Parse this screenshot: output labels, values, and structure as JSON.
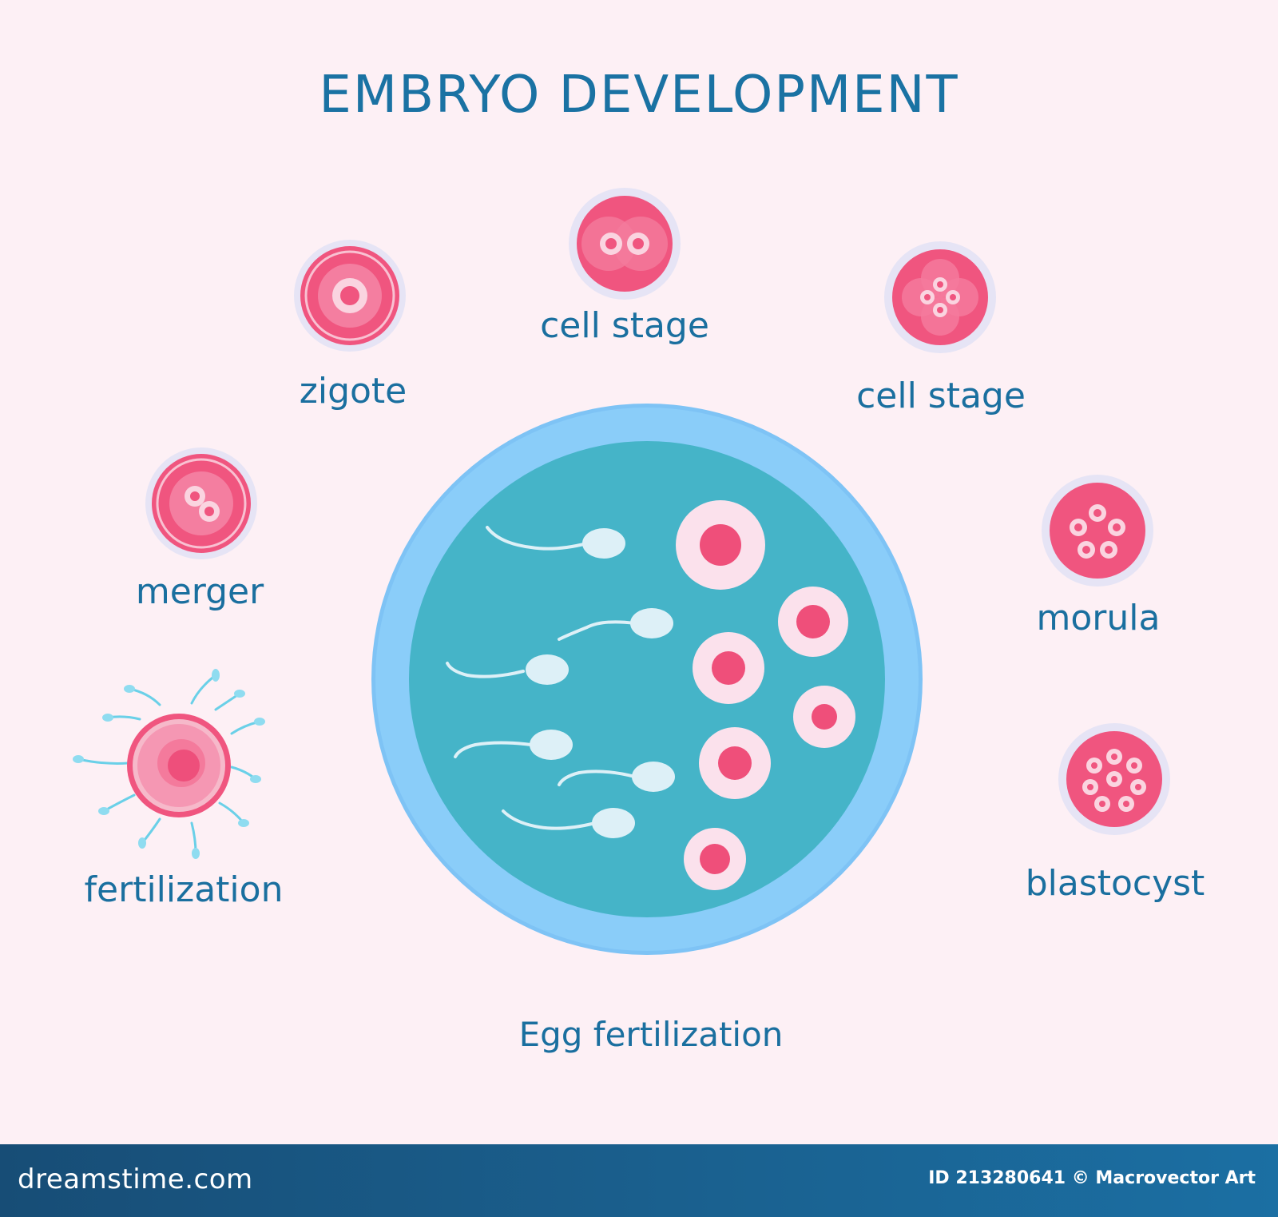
{
  "title": "EMBRYO DEVELOPMENT",
  "stages": {
    "zigote": "zigote",
    "cell_stage_2": "cell stage",
    "cell_stage_4": "cell stage",
    "merger": "merger",
    "morula": "morula",
    "fertilization": "fertilization",
    "blastocyst": "blastocyst"
  },
  "caption": "Egg fertilization",
  "footer": {
    "brand": "dreamstime.com",
    "credit": "ID 213280641 © Macrovector Art"
  },
  "colors": {
    "background": "#fdf0f5",
    "title": "#1a72a3",
    "cell_pink": "#f0557f",
    "dish_outer": "#7ec3f5",
    "dish_inner": "#45b4c8"
  }
}
